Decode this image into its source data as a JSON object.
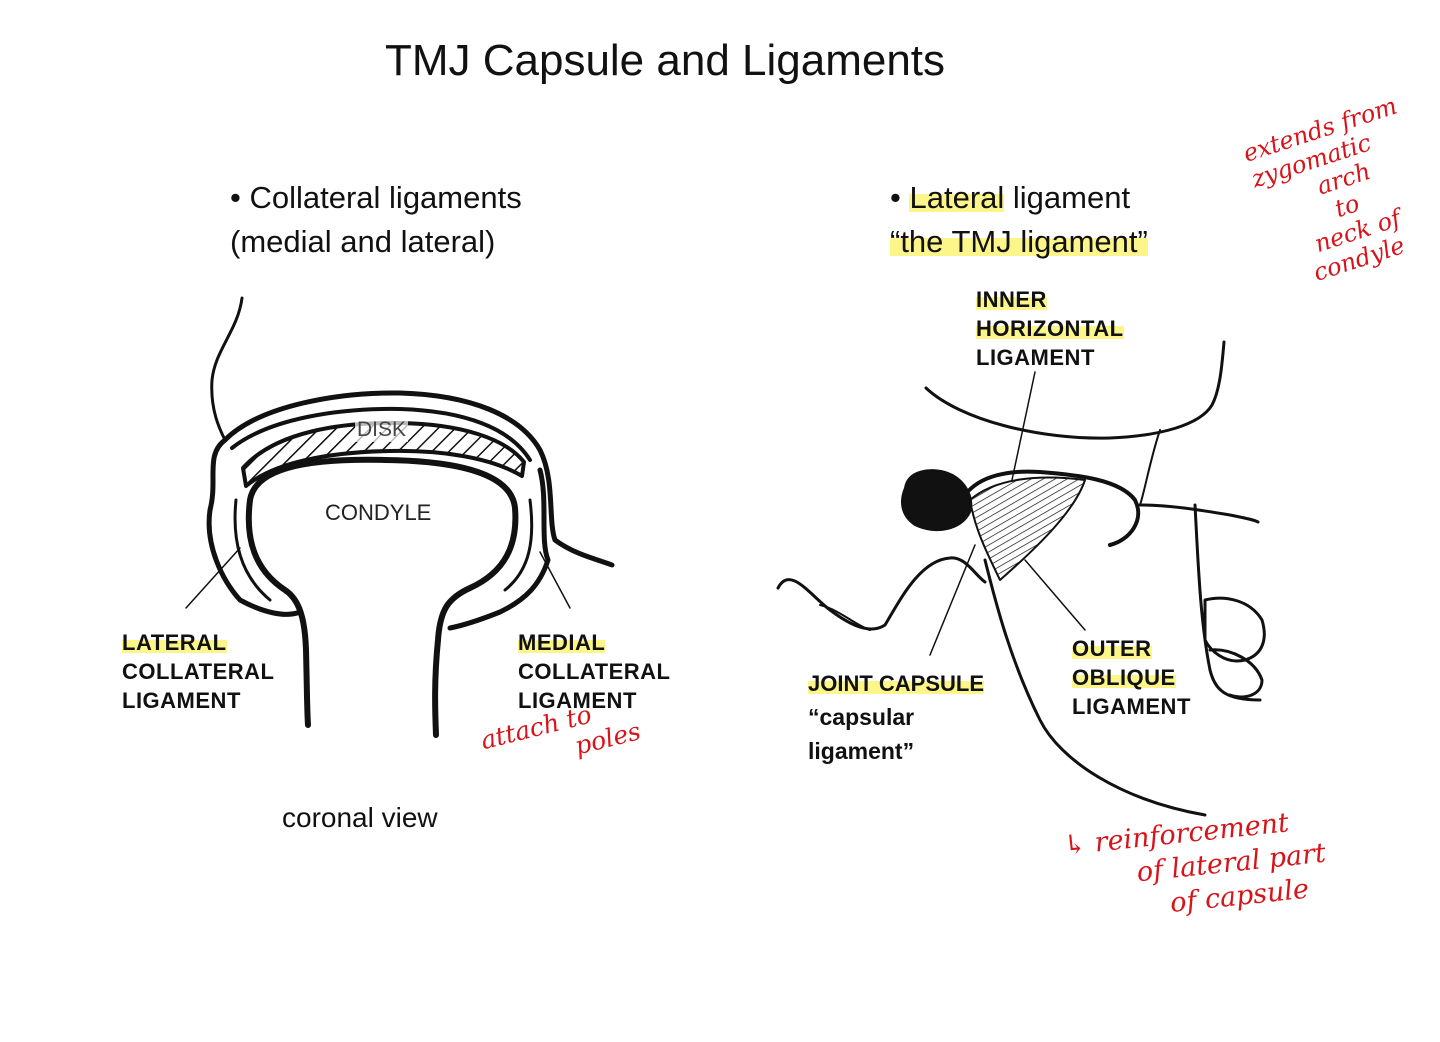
{
  "title": "TMJ  Capsule and Ligaments",
  "left": {
    "bullet_mark": "•",
    "bullet_line1": "Collateral ligaments",
    "bullet_line2": "(medial and lateral)",
    "disk_label": "DISK",
    "condyle_label": "CONDYLE",
    "lateral_label": [
      "LATERAL",
      "COLLATERAL",
      "LIGAMENT"
    ],
    "medial_label": [
      "MEDIAL",
      "COLLATERAL",
      "LIGAMENT"
    ],
    "view_label": "coronal view",
    "note": [
      "attach to",
      "poles"
    ]
  },
  "right": {
    "bullet_mark": "•",
    "bullet_highlight": "Lateral",
    "bullet_rest": " ligament",
    "bullet_line2": "“the TMJ ligament”",
    "inner_label": [
      "INNER",
      "HORIZONTAL",
      "LIGAMENT"
    ],
    "joint_label": "JOINT CAPSULE",
    "capsular_label": [
      "“capsular",
      "ligament”"
    ],
    "outer_label": [
      "OUTER",
      "OBLIQUE",
      "LIGAMENT"
    ],
    "note_top": [
      "extends from",
      "zygomatic",
      "arch",
      "to",
      "neck of",
      "condyle"
    ],
    "note_bottom": [
      "↳ reinforcement",
      "of lateral part",
      "of capsule"
    ]
  },
  "colors": {
    "annotation": "#d7141a",
    "highlight": "#fbf58a",
    "ink": "#111111"
  }
}
